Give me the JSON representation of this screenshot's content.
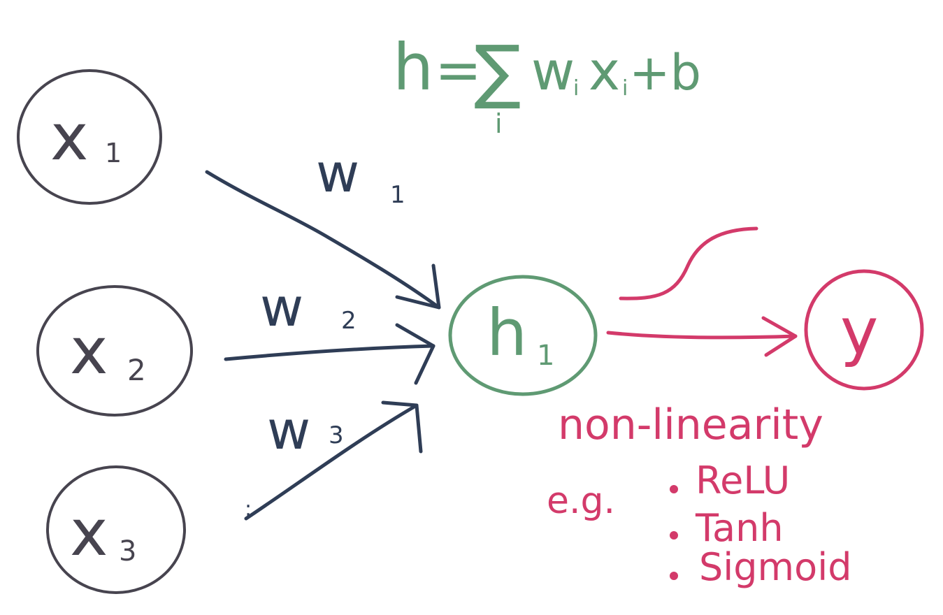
{
  "colors": {
    "ink": "#47444f",
    "arrow": "#2f3d56",
    "green": "#5f9a73",
    "pink": "#d33a6a"
  },
  "equation": {
    "lhs": "h",
    "eq": "=",
    "sigma": "∑",
    "index": "i",
    "w": "w",
    "w_sub": "i",
    "x": "x",
    "x_sub": "i",
    "plus_b": "+b"
  },
  "inputs": [
    {
      "base": "x",
      "sub": "1"
    },
    {
      "base": "x",
      "sub": "2"
    },
    {
      "base": "x",
      "sub": "3"
    }
  ],
  "weights": [
    {
      "base": "w",
      "sub": "1"
    },
    {
      "base": "w",
      "sub": "2"
    },
    {
      "base": "w",
      "sub": "3"
    }
  ],
  "ellipsis": ":",
  "hidden": {
    "base": "h",
    "sub": "1"
  },
  "output": {
    "label": "y"
  },
  "nonlinearity": {
    "title": "non-linearity",
    "eg": "e.g.",
    "examples": [
      "ReLU",
      "Tanh",
      "Sigmoid"
    ]
  }
}
